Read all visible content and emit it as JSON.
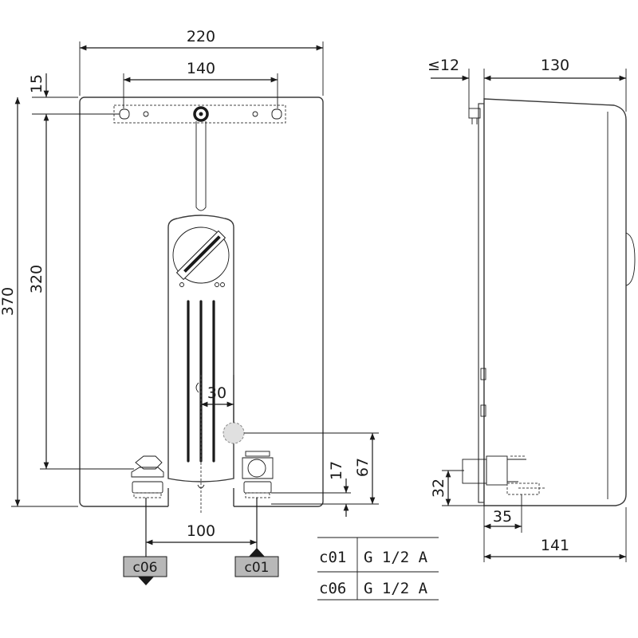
{
  "front_view": {
    "width": "220",
    "bracket_hole_spacing": "140",
    "top_offset": "15",
    "height": "370",
    "mount_to_connection": "320",
    "offset_30": "30",
    "connection_spacing": "100",
    "height_67": "67",
    "height_17": "17"
  },
  "side_view": {
    "wall_gap": "≤12",
    "depth": "130",
    "connection_height": "32",
    "connection_depth": "35",
    "total_depth": "141"
  },
  "connections": {
    "left_tag": "c06",
    "right_tag": "c01"
  },
  "thread_table": [
    {
      "code": "c01",
      "spec": "G 1/2 A"
    },
    {
      "code": "c06",
      "spec": "G 1/2 A"
    }
  ]
}
